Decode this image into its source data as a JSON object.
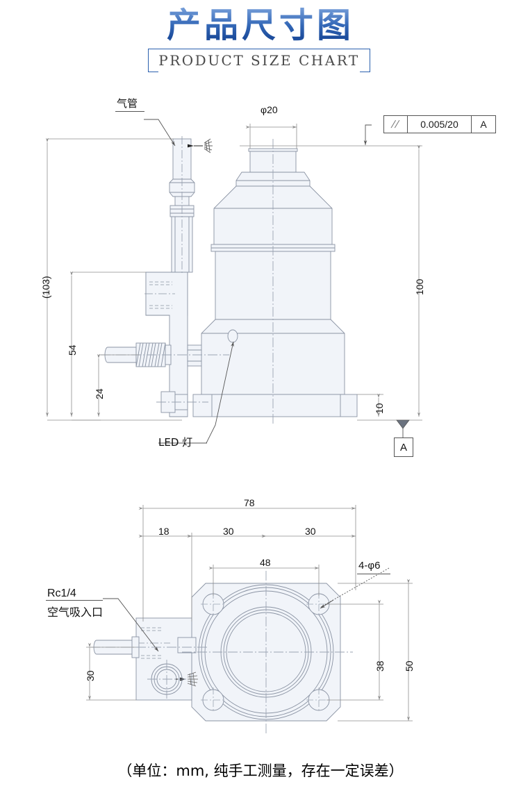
{
  "header": {
    "title_zh": "产品尺寸图",
    "title_en": "PRODUCT SIZE CHART",
    "title_color": "#2f63b5"
  },
  "footer": {
    "note": "（单位：mm, 纯手工测量，存在一定误差）"
  },
  "front_view": {
    "labels": {
      "air_tube": "气管",
      "led_lamp": "LED 灯"
    },
    "dimensions": {
      "height_overall": "(103)",
      "height_54": "54",
      "height_24": "24",
      "height_100": "100",
      "height_10": "10",
      "dia_top": "φ20"
    },
    "gdt": {
      "symbol": "//",
      "tolerance": "0.005/20",
      "datum_ref": "A",
      "datum_label": "A"
    }
  },
  "bottom_view": {
    "labels": {
      "air_inlet_thread": "Rc1/4",
      "air_inlet_text": "空气吸入口",
      "holes": "4-φ6"
    },
    "dimensions": {
      "width_overall": "78",
      "width_18": "18",
      "width_30a": "30",
      "width_30b": "30",
      "width_48": "48",
      "height_30": "30",
      "height_38": "38",
      "height_50": "50"
    }
  },
  "style": {
    "fill": "#f1f4f9",
    "line": "#8a93a3",
    "line_dark": "#6b7380",
    "dim_line": "#8e8e8e"
  }
}
